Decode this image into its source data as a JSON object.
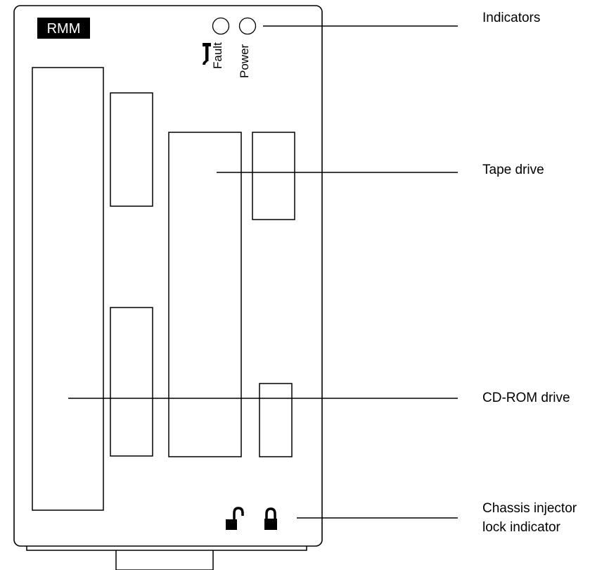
{
  "module": {
    "badge_label": "RMM",
    "fault_label": "Fault",
    "power_label": "Power"
  },
  "callouts": {
    "indicators": "Indicators",
    "tape_drive": "Tape drive",
    "cdrom_drive": "CD-ROM drive",
    "lock_indicator_line1": "Chassis injector",
    "lock_indicator_line2": "lock indicator"
  },
  "icons": {
    "fault": "wrench-icon",
    "power": "power-led-icon",
    "unlocked": "unlocked-padlock-icon",
    "locked": "locked-padlock-icon"
  }
}
